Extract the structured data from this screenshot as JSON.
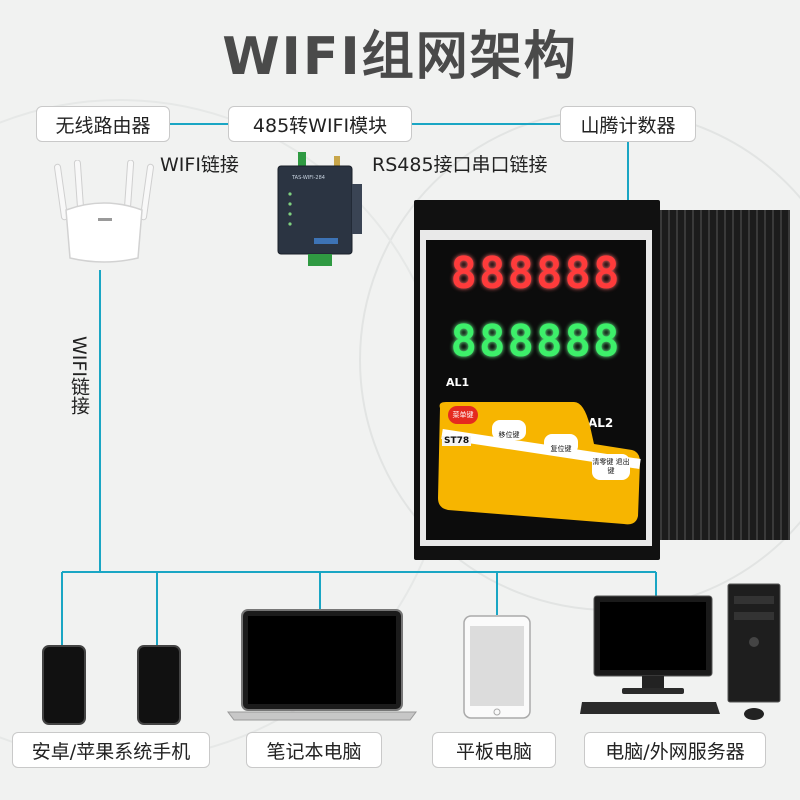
{
  "title": "WIFI组网架构",
  "top_boxes": {
    "router": "无线路由器",
    "module": "485转WIFI模块",
    "counter": "山腾计数器"
  },
  "captions": {
    "wifi_link_top": "WIFI链接",
    "rs485_link": "RS485接口串口链接",
    "wifi_link_vertical": "WIFI链接"
  },
  "counter_panel": {
    "display_row1": "888888",
    "display_row2": "888888",
    "alarm1": "AL1",
    "alarm2": "AL2",
    "model": "ST78",
    "keys": [
      "菜单键",
      "移位键",
      "复位键",
      "清零键 退出键"
    ]
  },
  "module_device": {
    "label": "TAS-WIFI-284"
  },
  "bottom_labels": {
    "phones": "安卓/苹果系统手机",
    "laptop": "笔记本电脑",
    "tablet": "平板电脑",
    "desktop": "电脑/外网服务器"
  },
  "colors": {
    "line": "#1aa6c4",
    "display_red": "#ff3b3b",
    "display_green": "#3df06a",
    "keypad_yellow": "#f7b500",
    "menu_key_red": "#e52a1f"
  }
}
